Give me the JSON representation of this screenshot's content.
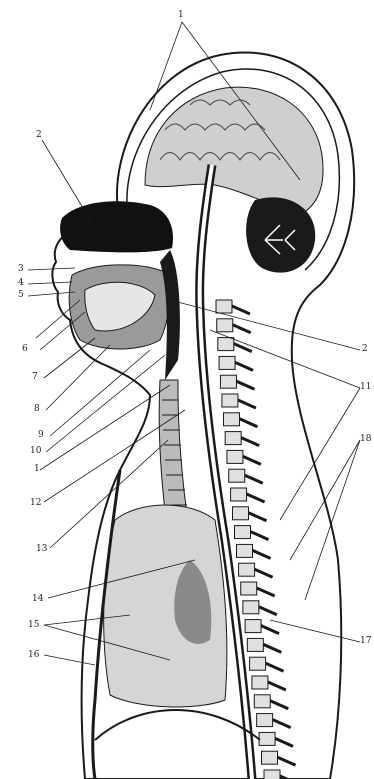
{
  "figure": {
    "labels": [
      "1",
      "2",
      "3",
      "4",
      "5",
      "6",
      "7",
      "8",
      "9",
      "10",
      "11",
      "12",
      "13",
      "14",
      "15",
      "16",
      "17",
      "18"
    ],
    "ink_color": "#1a1a1a",
    "paper_color": "#ffffff"
  }
}
